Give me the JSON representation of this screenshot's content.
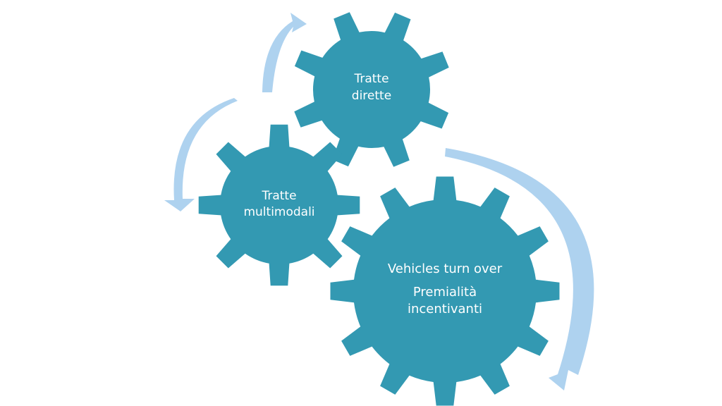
{
  "colors": {
    "gear": "#3399B2",
    "arrow": "#AED2EF",
    "text": "#ffffff",
    "background": "#ffffff"
  },
  "gears": {
    "top": {
      "line1": "Tratte",
      "line2": "dirette"
    },
    "left": {
      "line1": "Tratte",
      "line2": "multimodali"
    },
    "big": {
      "line1": "Vehicles turn over",
      "line2": "Premialità",
      "line3": "incentivanti"
    }
  }
}
